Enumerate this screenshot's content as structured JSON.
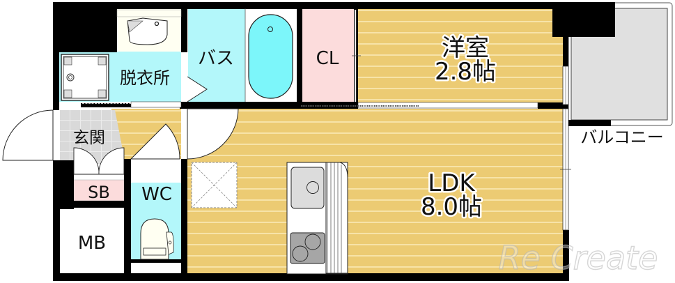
{
  "floorplan": {
    "rooms": {
      "western_room": {
        "name": "洋室",
        "size": "2.8帖"
      },
      "ldk": {
        "name": "LDK",
        "size": "8.0帖"
      },
      "closet": {
        "name": "CL"
      },
      "bath": {
        "name": "バス"
      },
      "dressing": {
        "name": "脱衣所"
      },
      "entrance": {
        "name": "玄関"
      },
      "shoe_box": {
        "name": "SB"
      },
      "toilet": {
        "name": "WC"
      },
      "meter_box": {
        "name": "MB"
      },
      "balcony": {
        "name": "バルコニー"
      }
    },
    "watermark": "Re Create",
    "colors": {
      "wall": "#000000",
      "floor_wood": "#ECCB73",
      "floor_line": "#F7E3A8",
      "wet_area": "#B3F7FA",
      "bathtub": "#7CF6FA",
      "closet": "#FCDCDC",
      "entrance_tile": "#D9D9D9",
      "balcony": "#E0E0E0",
      "stove": "#A6A6A6",
      "sink": "#DCDCDC"
    }
  }
}
